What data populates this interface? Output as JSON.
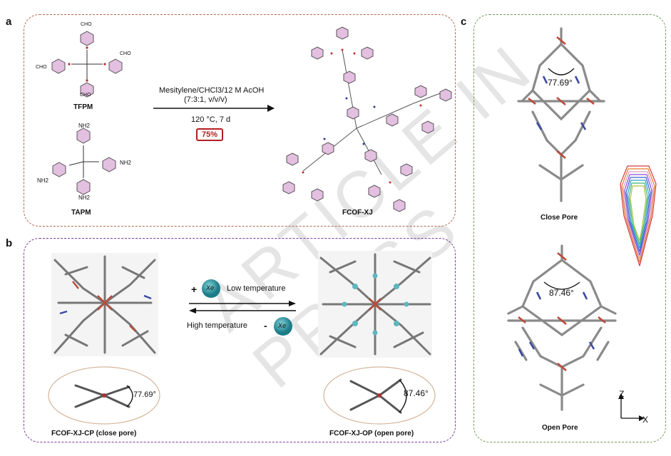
{
  "panels": {
    "a": "a",
    "b": "b",
    "c": "c"
  },
  "panel_a": {
    "monomer1": "TFPM",
    "monomer2": "TAPM",
    "cho": "CHO",
    "nh2": "NH2",
    "solvent_line1": "Mesitylene/CHCl3/12 M AcOH",
    "solvent_line2": "(7:3:1, v/v/v)",
    "conditions": "120 °C, 7 d",
    "yield": "75%",
    "product": "FCOF-XJ"
  },
  "panel_b": {
    "plus_sign": "+",
    "minus_sign": "-",
    "guest": "Xe",
    "forward": "Low temperature",
    "reverse": "High temperature",
    "cp_angle": "77.69°",
    "op_angle": "87.46°",
    "cp_label": "FCOF-XJ-CP (close pore)",
    "op_label": "FCOF-XJ-OP (open pore)"
  },
  "panel_c": {
    "angle_close": "77.69°",
    "angle_open": "87.46°",
    "close_label": "Close Pore",
    "open_label": "Open Pore",
    "axis_z": "Z",
    "axis_x": "X"
  },
  "watermark": "ARTICLE IN PRESS",
  "colors": {
    "box_a": "#b06a4e",
    "box_b": "#7a3a9a",
    "box_c": "#6f9a58",
    "ring_pink": "#d3a0c8",
    "yield_red": "#b02020"
  }
}
